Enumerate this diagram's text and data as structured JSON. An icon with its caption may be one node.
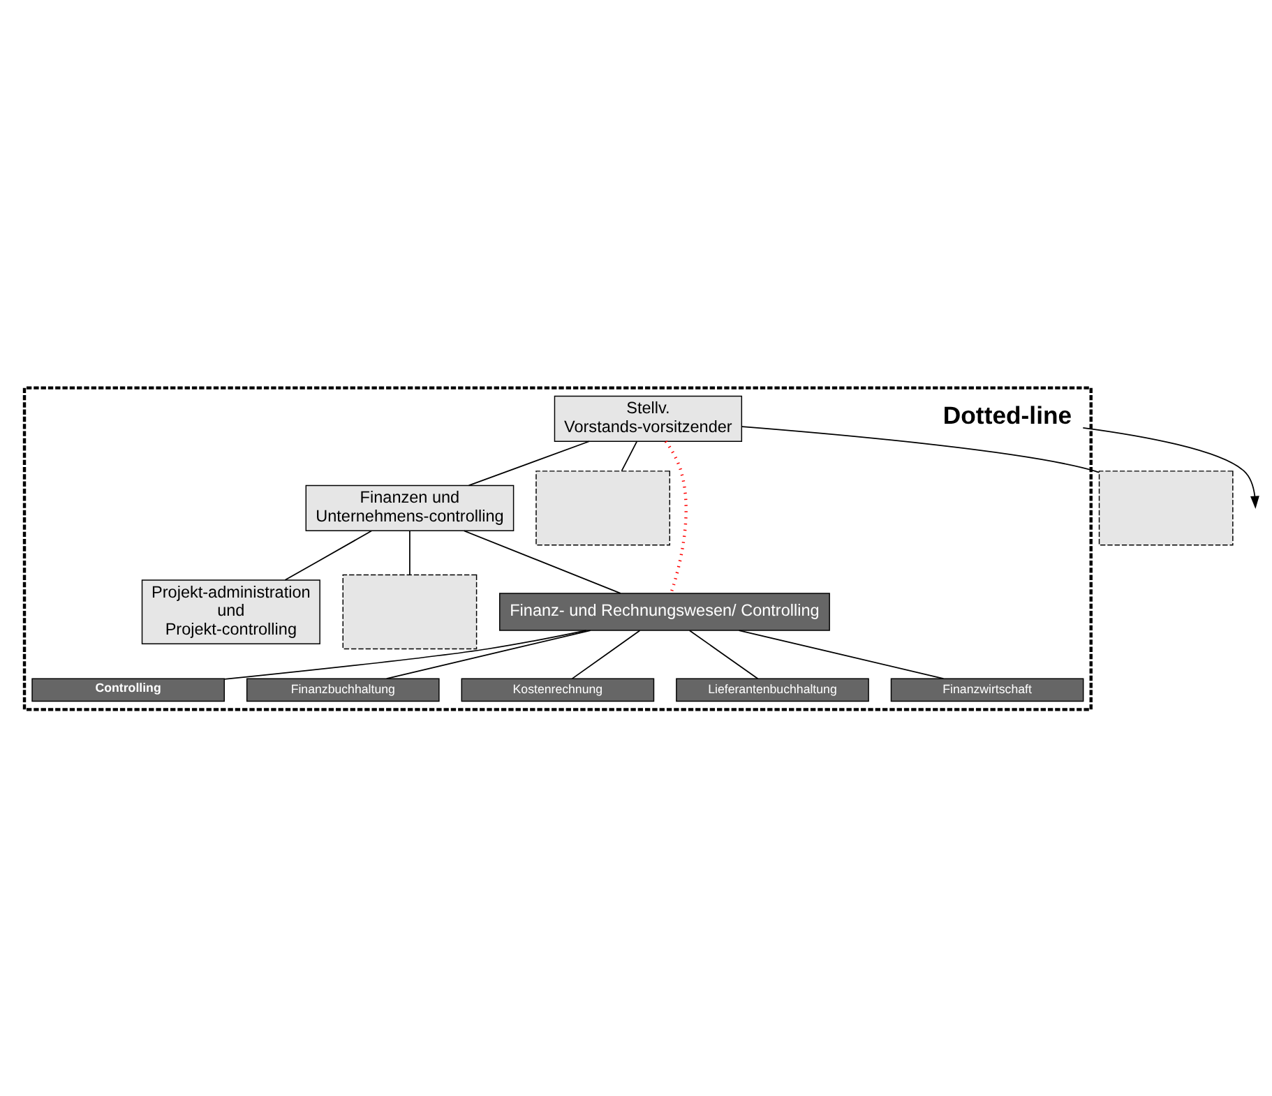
{
  "diagram": {
    "nodes": [
      {
        "text": [],
        "shape": "box"
      },
      {
        "text": [
          "Stellv. Vorstands-vorsitzender"
        ],
        "in": 0
      },
      {
        "text": [
          "Finanzen und Unternehmens-controlling"
        ],
        "in": 0
      },
      {
        "text": [],
        "shape": "box",
        "in": 0
      },
      {
        "text": [],
        "shape": "box"
      },
      {
        "text": [
          "Finanz- und Rechnungswesen/ Controlling"
        ],
        "in": 0
      },
      {
        "text": [
          "Projekt-administration und Projekt-controlling"
        ],
        "in": 0
      },
      {
        "text": [],
        "shape": "box",
        "in": 0
      },
      {
        "text": [
          "Controlling"
        ],
        "in": 0
      },
      {
        "text": [
          "Finanzbuchhaltung"
        ],
        "in": 0
      },
      {
        "text": [
          "Kostenrechnung"
        ],
        "in": 0
      },
      {
        "text": [
          "Lieferantenbuchhaltung"
        ],
        "in": 0
      },
      {
        "text": [
          "Finanzwirtschaft"
        ],
        "in": 0
      },
      {
        "text": [
          "Dotted-line"
        ],
        "in": 0
      }
    ],
    "edges": [
      {
        "from": 1,
        "to": 2,
        "arrow": "none"
      },
      {
        "from": 1,
        "to": 3,
        "arrow": "none"
      },
      {
        "from": 1,
        "to": 4,
        "arrow": "none"
      },
      {
        "from": 1,
        "to": 5,
        "arrow": "none",
        "style": "dashed",
        "color": "#ff0000"
      },
      {
        "from": 2,
        "to": 5,
        "arrow": "none"
      },
      {
        "from": 2,
        "to": 6,
        "arrow": "none"
      },
      {
        "from": 2,
        "to": 7,
        "arrow": "none"
      },
      {
        "from": 5,
        "to": 8,
        "arrow": "none"
      },
      {
        "from": 5,
        "to": 9,
        "arrow": "none"
      },
      {
        "from": 5,
        "to": 10,
        "arrow": "none"
      },
      {
        "from": 5,
        "to": 11,
        "arrow": "none"
      },
      {
        "from": 5,
        "to": 12,
        "arrow": "none"
      },
      {
        "from": 13,
        "to": null,
        "arrow": "to"
      }
    ]
  }
}
